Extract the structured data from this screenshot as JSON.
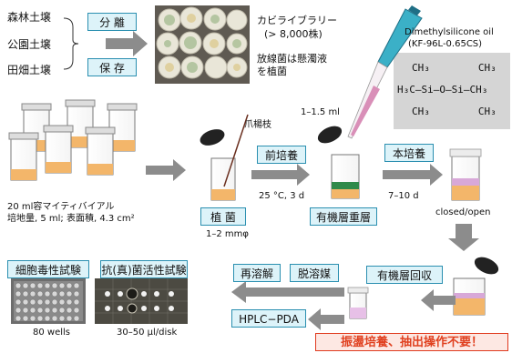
{
  "soils": [
    "森林土壌",
    "公園土壌",
    "田畑土壌"
  ],
  "steps": {
    "separate": "分 離",
    "preserve": "保 存",
    "inoculate": "植 菌",
    "preculture": "前培養",
    "main_culture": "本培養",
    "organic_overlay": "有機層重層",
    "organic_recovery": "有機層回収",
    "redissolve": "再溶解",
    "desolvent": "脱溶媒",
    "hplc": "HPLC−PDA",
    "cytotoxicity": "細胞毒性試験",
    "antifungal": "抗(真)菌活性試験"
  },
  "library": {
    "title": "カビライブラリー",
    "count": "(> 8,000株)",
    "note_line1": "放線菌は懸濁液",
    "note_line2": "を植菌"
  },
  "oil": {
    "name": "Dimethylsilicone oil",
    "product": "(KF-96L-0.65CS)",
    "formula_top": "CH₃        CH₃",
    "formula_mid": "H₃C–Si–O–Si–CH₃",
    "formula_bot": "CH₃        CH₃"
  },
  "labels": {
    "vial_line1": "20 ml容マイティバイアル",
    "vial_line2": "培地量, 5 ml; 表面積, 4.3 cm²",
    "toothpick": "爪楊枝",
    "volume": "1–1.5 ml",
    "inoculum_size": "1–2 mmφ",
    "precult_conditions": "25 °C, 3 d",
    "main_days": "7–10 d",
    "closed_open": "closed/open",
    "wells": "80 wells",
    "per_disk": "30–50 μl/disk",
    "footer": "振盪培養、抽出操作不要！"
  },
  "colors": {
    "box_border": "#2a8fb0",
    "box_fill": "#ddf3f9",
    "medium": "#f3b66a",
    "green_layer": "#2f8a4a",
    "footer_border": "#e03a1e",
    "footer_text": "#e0401f",
    "arrow_gray": "#8c8c8c"
  }
}
